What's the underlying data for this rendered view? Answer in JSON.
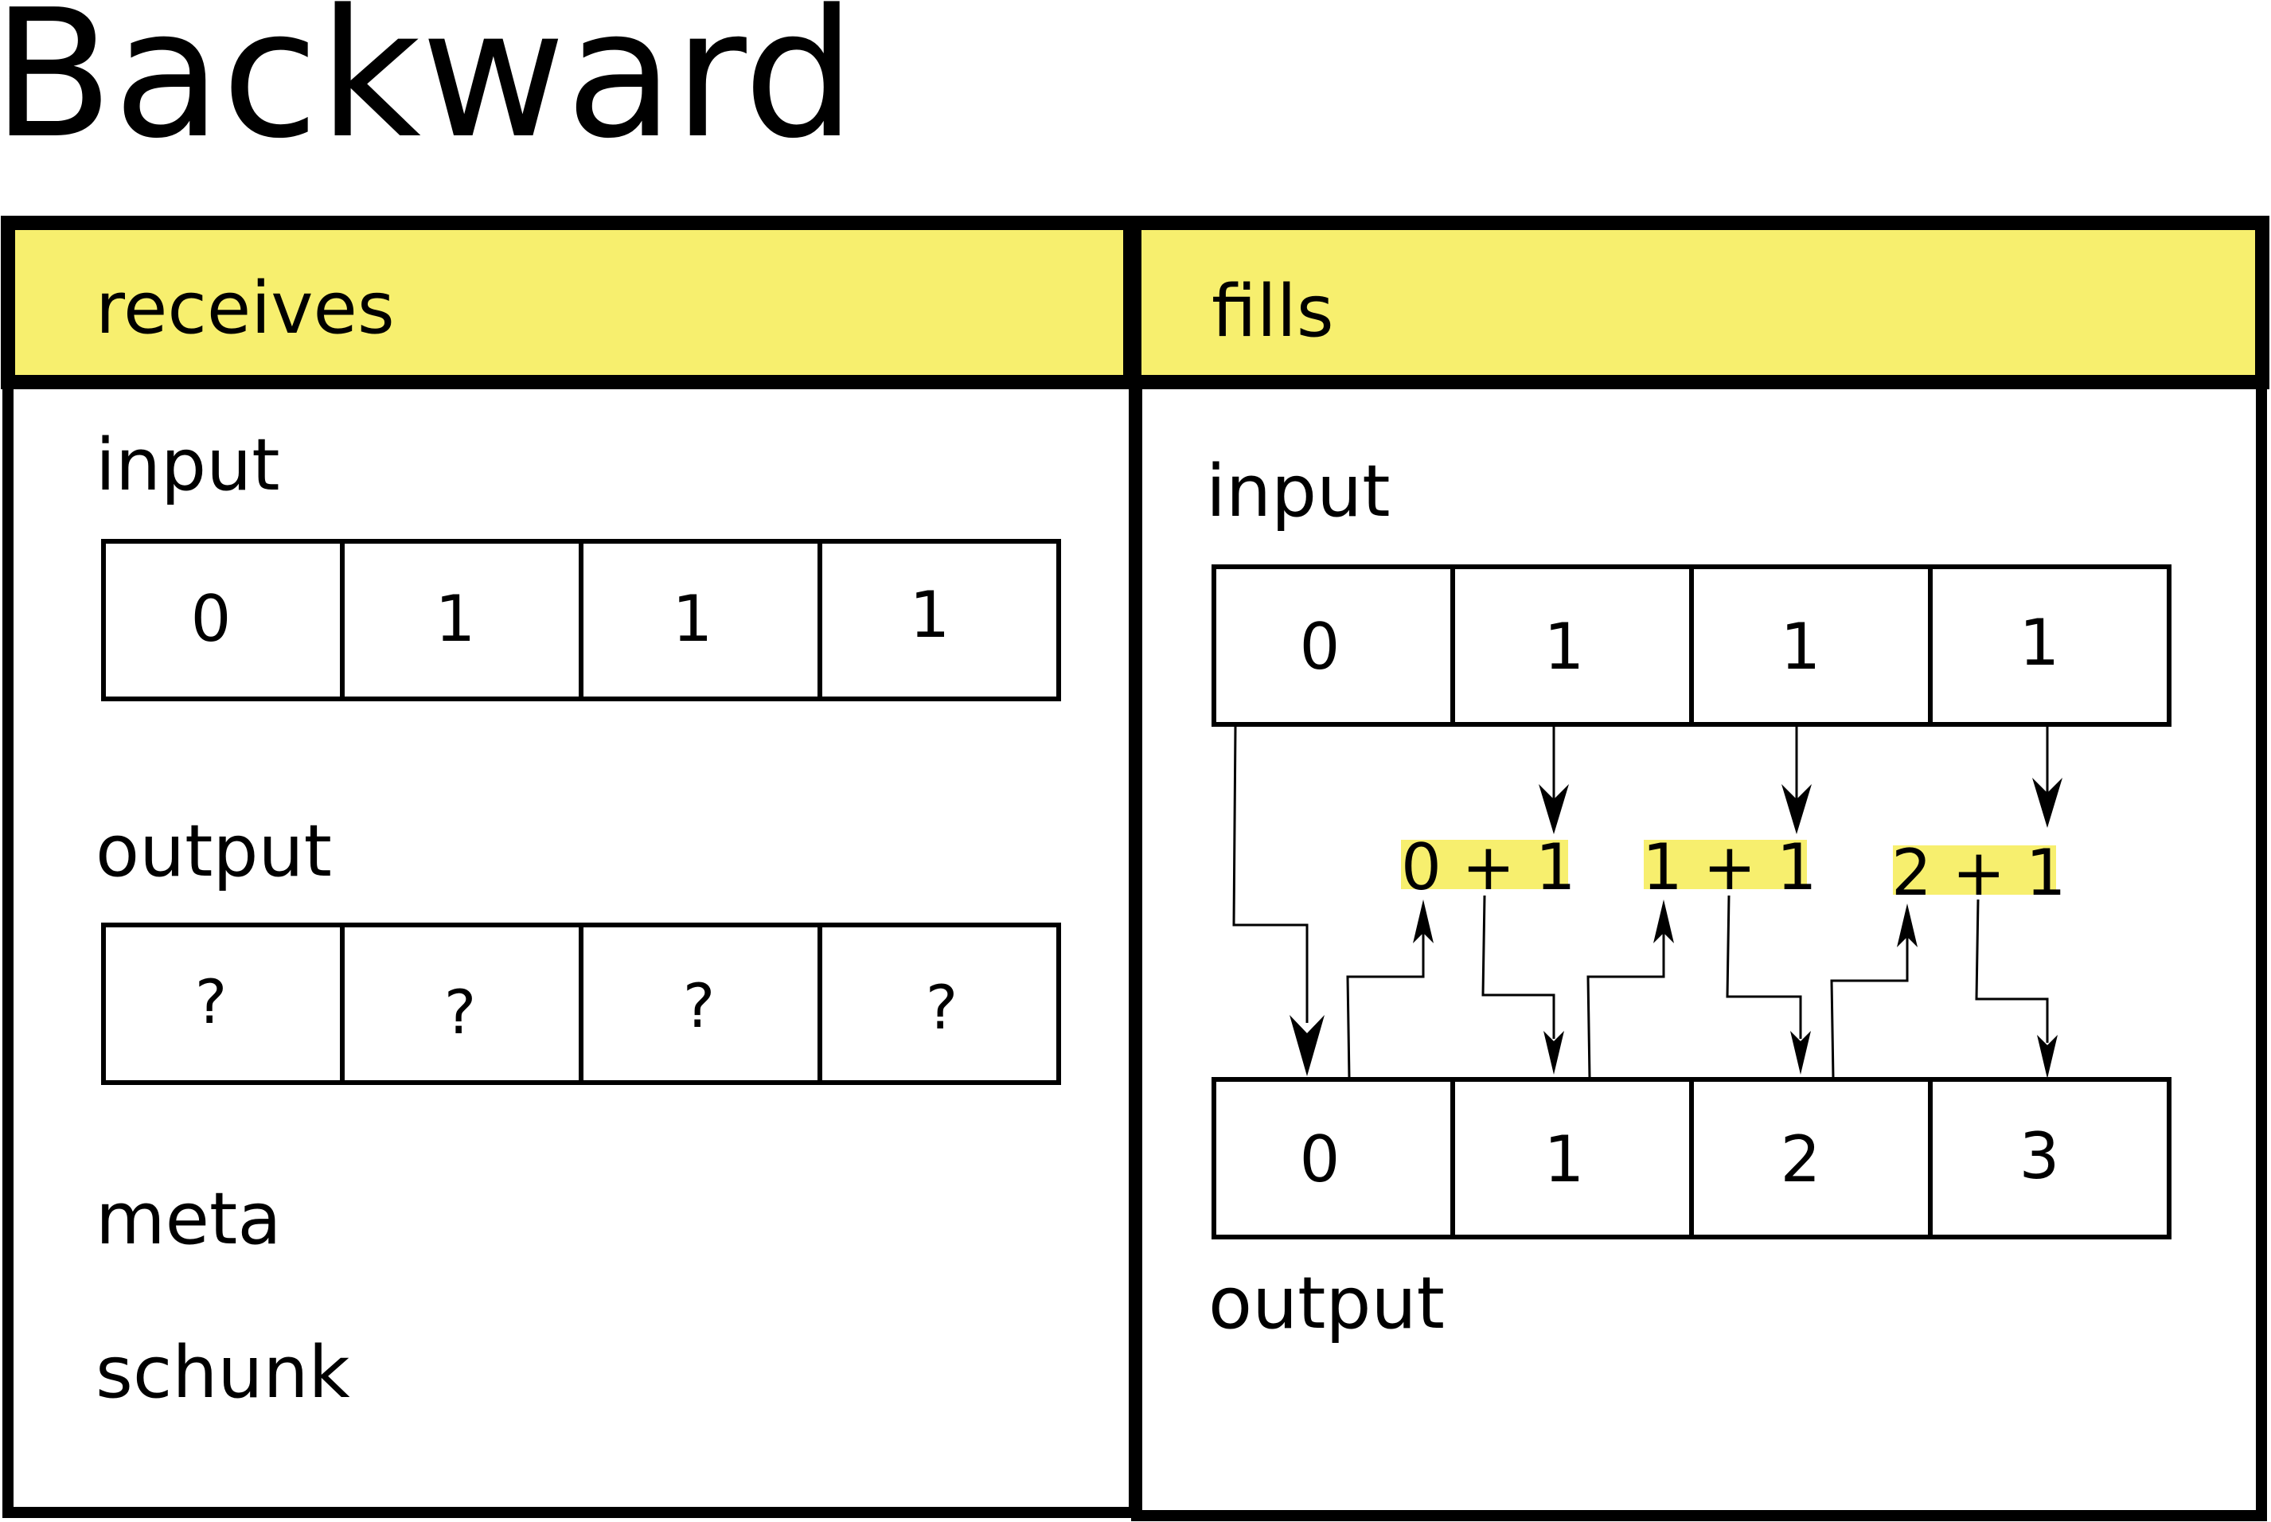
{
  "title": "Backward",
  "left_panel": {
    "header": "receives",
    "input_label": "input",
    "input_cells": [
      "0",
      "1",
      "1",
      "1"
    ],
    "output_label": "output",
    "output_cells": [
      "?",
      "?",
      "?",
      "?"
    ],
    "meta_label": "meta",
    "schunk_label": "schunk"
  },
  "right_panel": {
    "header": "fills",
    "input_label": "input",
    "input_cells": [
      "0",
      "1",
      "1",
      "1"
    ],
    "sums": [
      "0 + 1",
      "1 + 1",
      "2 + 1"
    ],
    "output_cells": [
      "0",
      "1",
      "2",
      "3"
    ],
    "output_label": "output"
  },
  "colors": {
    "highlight": "#f7ef6e",
    "stroke": "#000000",
    "background": "#ffffff"
  }
}
